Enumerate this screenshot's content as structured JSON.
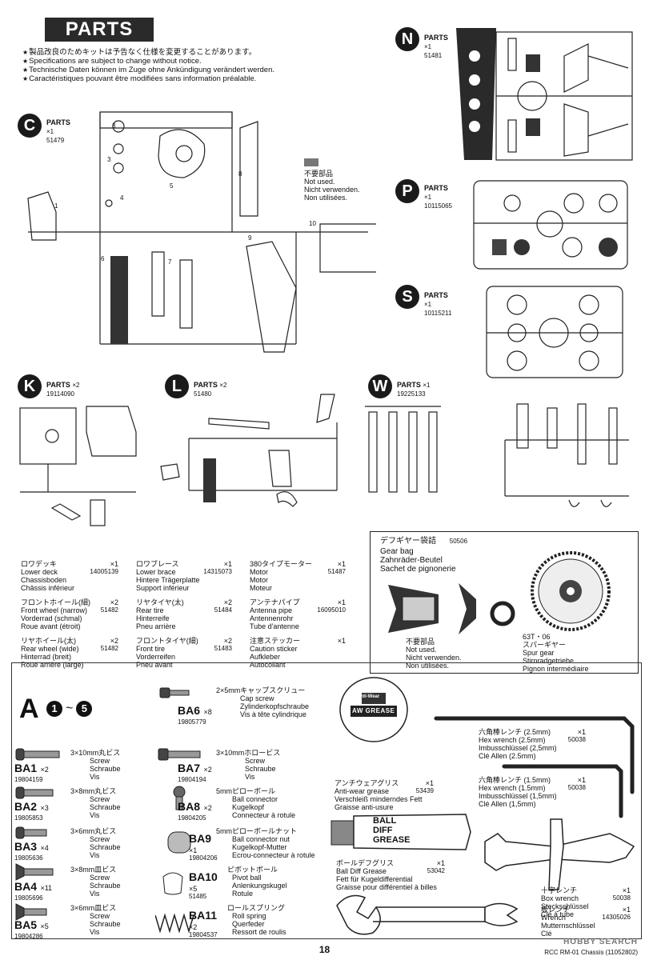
{
  "header": {
    "title": "PARTS"
  },
  "notice": [
    "製品改良のためキットは予告なく仕様を変更することがあります。",
    "Specifications are subject to change without notice.",
    "Technische Daten können im Zuge ohne Ankündigung verändert werden.",
    "Caractéristiques pouvant être modifiées sans information préalable."
  ],
  "parts_sets": [
    {
      "letter": "C",
      "label": "PARTS",
      "qty": "×1",
      "code": "51479"
    },
    {
      "letter": "N",
      "label": "PARTS",
      "qty": "×1",
      "code": "51481"
    },
    {
      "letter": "P",
      "label": "PARTS",
      "qty": "×1",
      "code": "10115065"
    },
    {
      "letter": "S",
      "label": "PARTS",
      "qty": "×1",
      "code": "10115211"
    },
    {
      "letter": "K",
      "label": "PARTS",
      "qty": "×2",
      "code": "19114090"
    },
    {
      "letter": "L",
      "label": "PARTS",
      "qty": "×2",
      "code": "51480"
    },
    {
      "letter": "W",
      "label": "PARTS",
      "qty": "×1",
      "code": "19225133"
    }
  ],
  "not_used": [
    "不要部品",
    "Not used.",
    "Nicht verwenden.",
    "Non utilisées."
  ],
  "parts_list": [
    {
      "jp": "ロワデッキ",
      "qty": "×1",
      "en": "Lower deck",
      "code": "14005139",
      "de": "Chassisboden",
      "fr": "Châssis inférieur"
    },
    {
      "jp": "ロワブレース",
      "qty": "×1",
      "en": "Lower brace",
      "code": "14315073",
      "de": "Hintere Trägerplatte",
      "fr": "Support inférieur"
    },
    {
      "jp": "380タイプモーター",
      "qty": "×1",
      "en": "Motor",
      "code": "51487",
      "de": "Motor",
      "fr": "Moteur"
    },
    {
      "jp": "フロントホイール(細)",
      "qty": "×2",
      "en": "Front wheel (narrow)",
      "code": "51482",
      "de": "Vorderrad (schmal)",
      "fr": "Roue avant (étroit)"
    },
    {
      "jp": "リヤタイヤ(太)",
      "qty": "×2",
      "en": "Rear tire",
      "code": "51484",
      "de": "Hinterreife",
      "fr": "Pneu arrière"
    },
    {
      "jp": "アンテナパイプ",
      "qty": "×1",
      "en": "Antenna pipe",
      "code": "16095010",
      "de": "Antennenrohr",
      "fr": "Tube d'antenne"
    },
    {
      "jp": "リヤホイール(太)",
      "qty": "×2",
      "en": "Rear wheel (wide)",
      "code": "51482",
      "de": "Hinterrad (breit)",
      "fr": "Roue arrière (large)"
    },
    {
      "jp": "フロントタイヤ(細)",
      "qty": "×2",
      "en": "Front tire",
      "code": "51483",
      "de": "Vorderreifen",
      "fr": "Pneu avant"
    },
    {
      "jp": "注意ステッカー",
      "qty": "×1",
      "en": "Caution sticker",
      "code": "",
      "de": "Aufkleber",
      "fr": "Autocollant"
    }
  ],
  "gear_bag": {
    "jp": "デフギヤー袋詰",
    "code": "50506",
    "en": "Gear bag",
    "de": "Zahnräder-Beutel",
    "fr": "Sachet de pignonerie",
    "spur_code": "63T・06",
    "spur_jp": "スパーギヤー",
    "spur_en": "Spur gear",
    "spur_de": "Stirnradgetriebe",
    "spur_fr": "Pignon intermédiaire"
  },
  "bag_a": {
    "letter": "A",
    "steps_from": "1",
    "sep": "~",
    "steps_to": "5"
  },
  "hardware": [
    {
      "code": "BA1",
      "qty": "×2",
      "num": "19804159",
      "jp": "3×10mm丸ビス",
      "en": "Screw",
      "de": "Schraube",
      "fr": "Vis"
    },
    {
      "code": "BA2",
      "qty": "×3",
      "num": "19805853",
      "jp": "3×8mm丸ビス",
      "en": "Screw",
      "de": "Schraube",
      "fr": "Vis"
    },
    {
      "code": "BA3",
      "qty": "×4",
      "num": "19805636",
      "jp": "3×6mm丸ビス",
      "en": "Screw",
      "de": "Schraube",
      "fr": "Vis"
    },
    {
      "code": "BA4",
      "qty": "×11",
      "num": "19805696",
      "jp": "3×8mm皿ビス",
      "en": "Screw",
      "de": "Schraube",
      "fr": "Vis"
    },
    {
      "code": "BA5",
      "qty": "×5",
      "num": "19804286",
      "jp": "3×6mm皿ビス",
      "en": "Screw",
      "de": "Schraube",
      "fr": "Vis"
    },
    {
      "code": "BA6",
      "qty": "×8",
      "num": "19805779",
      "jp": "2×5mmキャップスクリュー",
      "en": "Cap screw",
      "de": "Zylinderkopfschraube",
      "fr": "Vis à tête cylindrique"
    },
    {
      "code": "BA7",
      "qty": "×2",
      "num": "19804194",
      "jp": "3×10mmホロービス",
      "en": "Screw",
      "de": "Schraube",
      "fr": "Vis"
    },
    {
      "code": "BA8",
      "qty": "×2",
      "num": "19804205",
      "jp": "5mmピローボール",
      "en": "Ball connector",
      "de": "Kugelkopf",
      "fr": "Connecteur à rotule"
    },
    {
      "code": "BA9",
      "qty": "×1",
      "num": "19804206",
      "jp": "5mmピローボールナット",
      "en": "Ball connector nut",
      "de": "Kugelkopf-Mutter",
      "fr": "Ecrou-connecteur à rotule"
    },
    {
      "code": "BA10",
      "qty": "×5",
      "num": "51485",
      "jp": "ピボットボール",
      "en": "Pivot ball",
      "de": "Anlenkungskugel",
      "fr": "Rotule"
    },
    {
      "code": "BA11",
      "qty": "×2",
      "num": "19804537",
      "jp": "ロールスプリング",
      "en": "Roll spring",
      "de": "Querfeder",
      "fr": "Ressort de roulis"
    }
  ],
  "grease": [
    {
      "label_top": "Anti-Wear",
      "big": "AW GREASE",
      "jp": "アンチウェアグリス",
      "qty": "×1",
      "en": "Anti-wear grease",
      "code": "53439",
      "de": "Verschleiß minderndes Fett",
      "fr": "Graisse anti-usure"
    },
    {
      "big": "BALL DIFF GREASE",
      "jp": "ボールデフグリス",
      "qty": "×1",
      "en": "Ball Diff Grease",
      "code": "53042",
      "de": "Fett für Kugeldifferential",
      "fr": "Graisse pour différentiel à billes"
    }
  ],
  "tools": [
    {
      "jp": "六角棒レンチ (2.5mm)",
      "qty": "×1",
      "en": "Hex wrench (2.5mm)",
      "code": "50038",
      "de": "Imbusschlüssel (2,5mm)",
      "fr": "Clé Allen (2.5mm)"
    },
    {
      "jp": "六角棒レンチ (1.5mm)",
      "qty": "×1",
      "en": "Hex wrench (1.5mm)",
      "code": "50038",
      "de": "Imbusschlüssel (1,5mm)",
      "fr": "Clé Allen (1,5mm)"
    },
    {
      "jp": "十字レンチ",
      "qty": "×1",
      "en": "Box wrench",
      "code": "50038",
      "de": "Steckschlüssel",
      "fr": "Clé à tube"
    },
    {
      "jp": "板レンチ",
      "qty": "×1",
      "en": "Wrench",
      "code": "14305026",
      "de": "Mutternschlüssel",
      "fr": "Clé"
    }
  ],
  "footer": {
    "page": "18",
    "model": "RCC RM-01 Chassis (11052802)",
    "watermark": "HOBBY SEARCH"
  }
}
